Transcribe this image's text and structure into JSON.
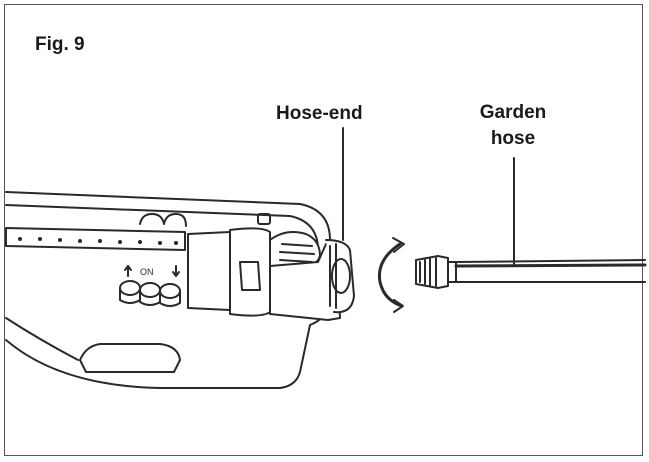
{
  "figure": {
    "label": "Fig. 9",
    "callouts": {
      "hose_end": "Hose-end",
      "garden_hose_line1": "Garden",
      "garden_hose_line2": "hose"
    },
    "dial_text": "ON",
    "colors": {
      "stroke": "#2a2a2a",
      "fill": "#ffffff",
      "frame": "#555555"
    },
    "icons": [
      "rotation-arrow-icon"
    ]
  }
}
